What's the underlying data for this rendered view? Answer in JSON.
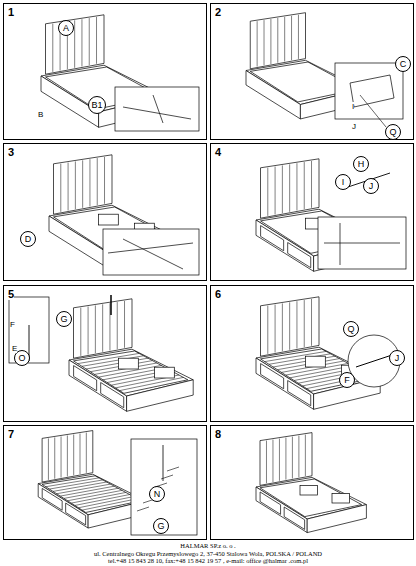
{
  "diagram": {
    "nodes": [
      {
        "text": [
          "1"
        ]
      },
      {
        "text": [
          "A"
        ],
        "in": 0
      },
      {
        "text": [
          "B1"
        ],
        "in": 0
      },
      {
        "text": [
          "2"
        ]
      },
      {
        "text": [
          "C"
        ],
        "in": 3
      },
      {
        "text": [
          "Q"
        ],
        "in": 3
      },
      {
        "text": [
          "3"
        ]
      },
      {
        "text": [
          "D"
        ],
        "in": 6
      },
      {
        "text": [
          "4"
        ]
      },
      {
        "text": [
          "H"
        ],
        "in": 8
      },
      {
        "text": [
          "I"
        ],
        "in": 8
      },
      {
        "text": [
          "J"
        ],
        "in": 8
      },
      {
        "text": [
          "5"
        ]
      },
      {
        "text": [
          "G"
        ],
        "in": 12
      },
      {
        "text": [
          "O"
        ],
        "in": 12
      },
      {
        "text": [
          "6"
        ]
      },
      {
        "text": [
          "Q"
        ],
        "in": 15
      },
      {
        "text": [
          "J"
        ],
        "in": 15
      },
      {
        "text": [
          "F"
        ],
        "in": 15
      },
      {
        "text": [
          "7"
        ]
      },
      {
        "text": [
          "N"
        ],
        "in": 19
      },
      {
        "text": [
          "G"
        ],
        "in": 19
      },
      {
        "text": [
          "8"
        ]
      }
    ],
    "labels": [
      "B",
      "I",
      "J",
      "F",
      "E",
      "HALMAR SP.z o. o .",
      "ul. Centralnego Okregu Przemyslowego 2, 37-450 Stalowa Wola, POLSKA / POLAND",
      "tel.+48 15 843 28 10, fax:+48 15 842 19 57 , e-mail: office @halmar .com.pl"
    ]
  }
}
